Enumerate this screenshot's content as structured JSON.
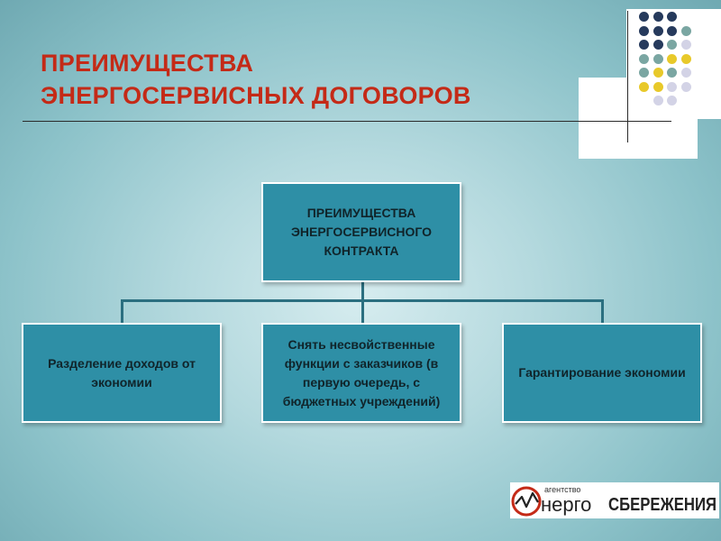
{
  "title": {
    "line1": "ПРЕИМУЩЕСТВА",
    "line2": "ЭНЕРГОСЕРВИСНЫХ ДОГОВОРОВ"
  },
  "diagram": {
    "root": "ПРЕИМУЩЕСТВА ЭНЕРГОСЕРВИСНОГО КОНТРАКТА",
    "children": [
      "Разделение доходов от экономии",
      "Снять несвойственные функции с заказчиков (в первую очередь, с бюджетных учреждений)",
      "Гарантирование экономии"
    ]
  },
  "logo": {
    "small_text": "агентство",
    "word1": "нерго",
    "word2": "СБЕРЕЖЕНИЯ"
  },
  "colors": {
    "title": "#c42a17",
    "box_fill": "#2e8fa6",
    "dot_navy": "#263a5c",
    "dot_teal": "#7aa6a2",
    "dot_yellow": "#e8c92a",
    "dot_lavender": "#d3d3e6"
  }
}
